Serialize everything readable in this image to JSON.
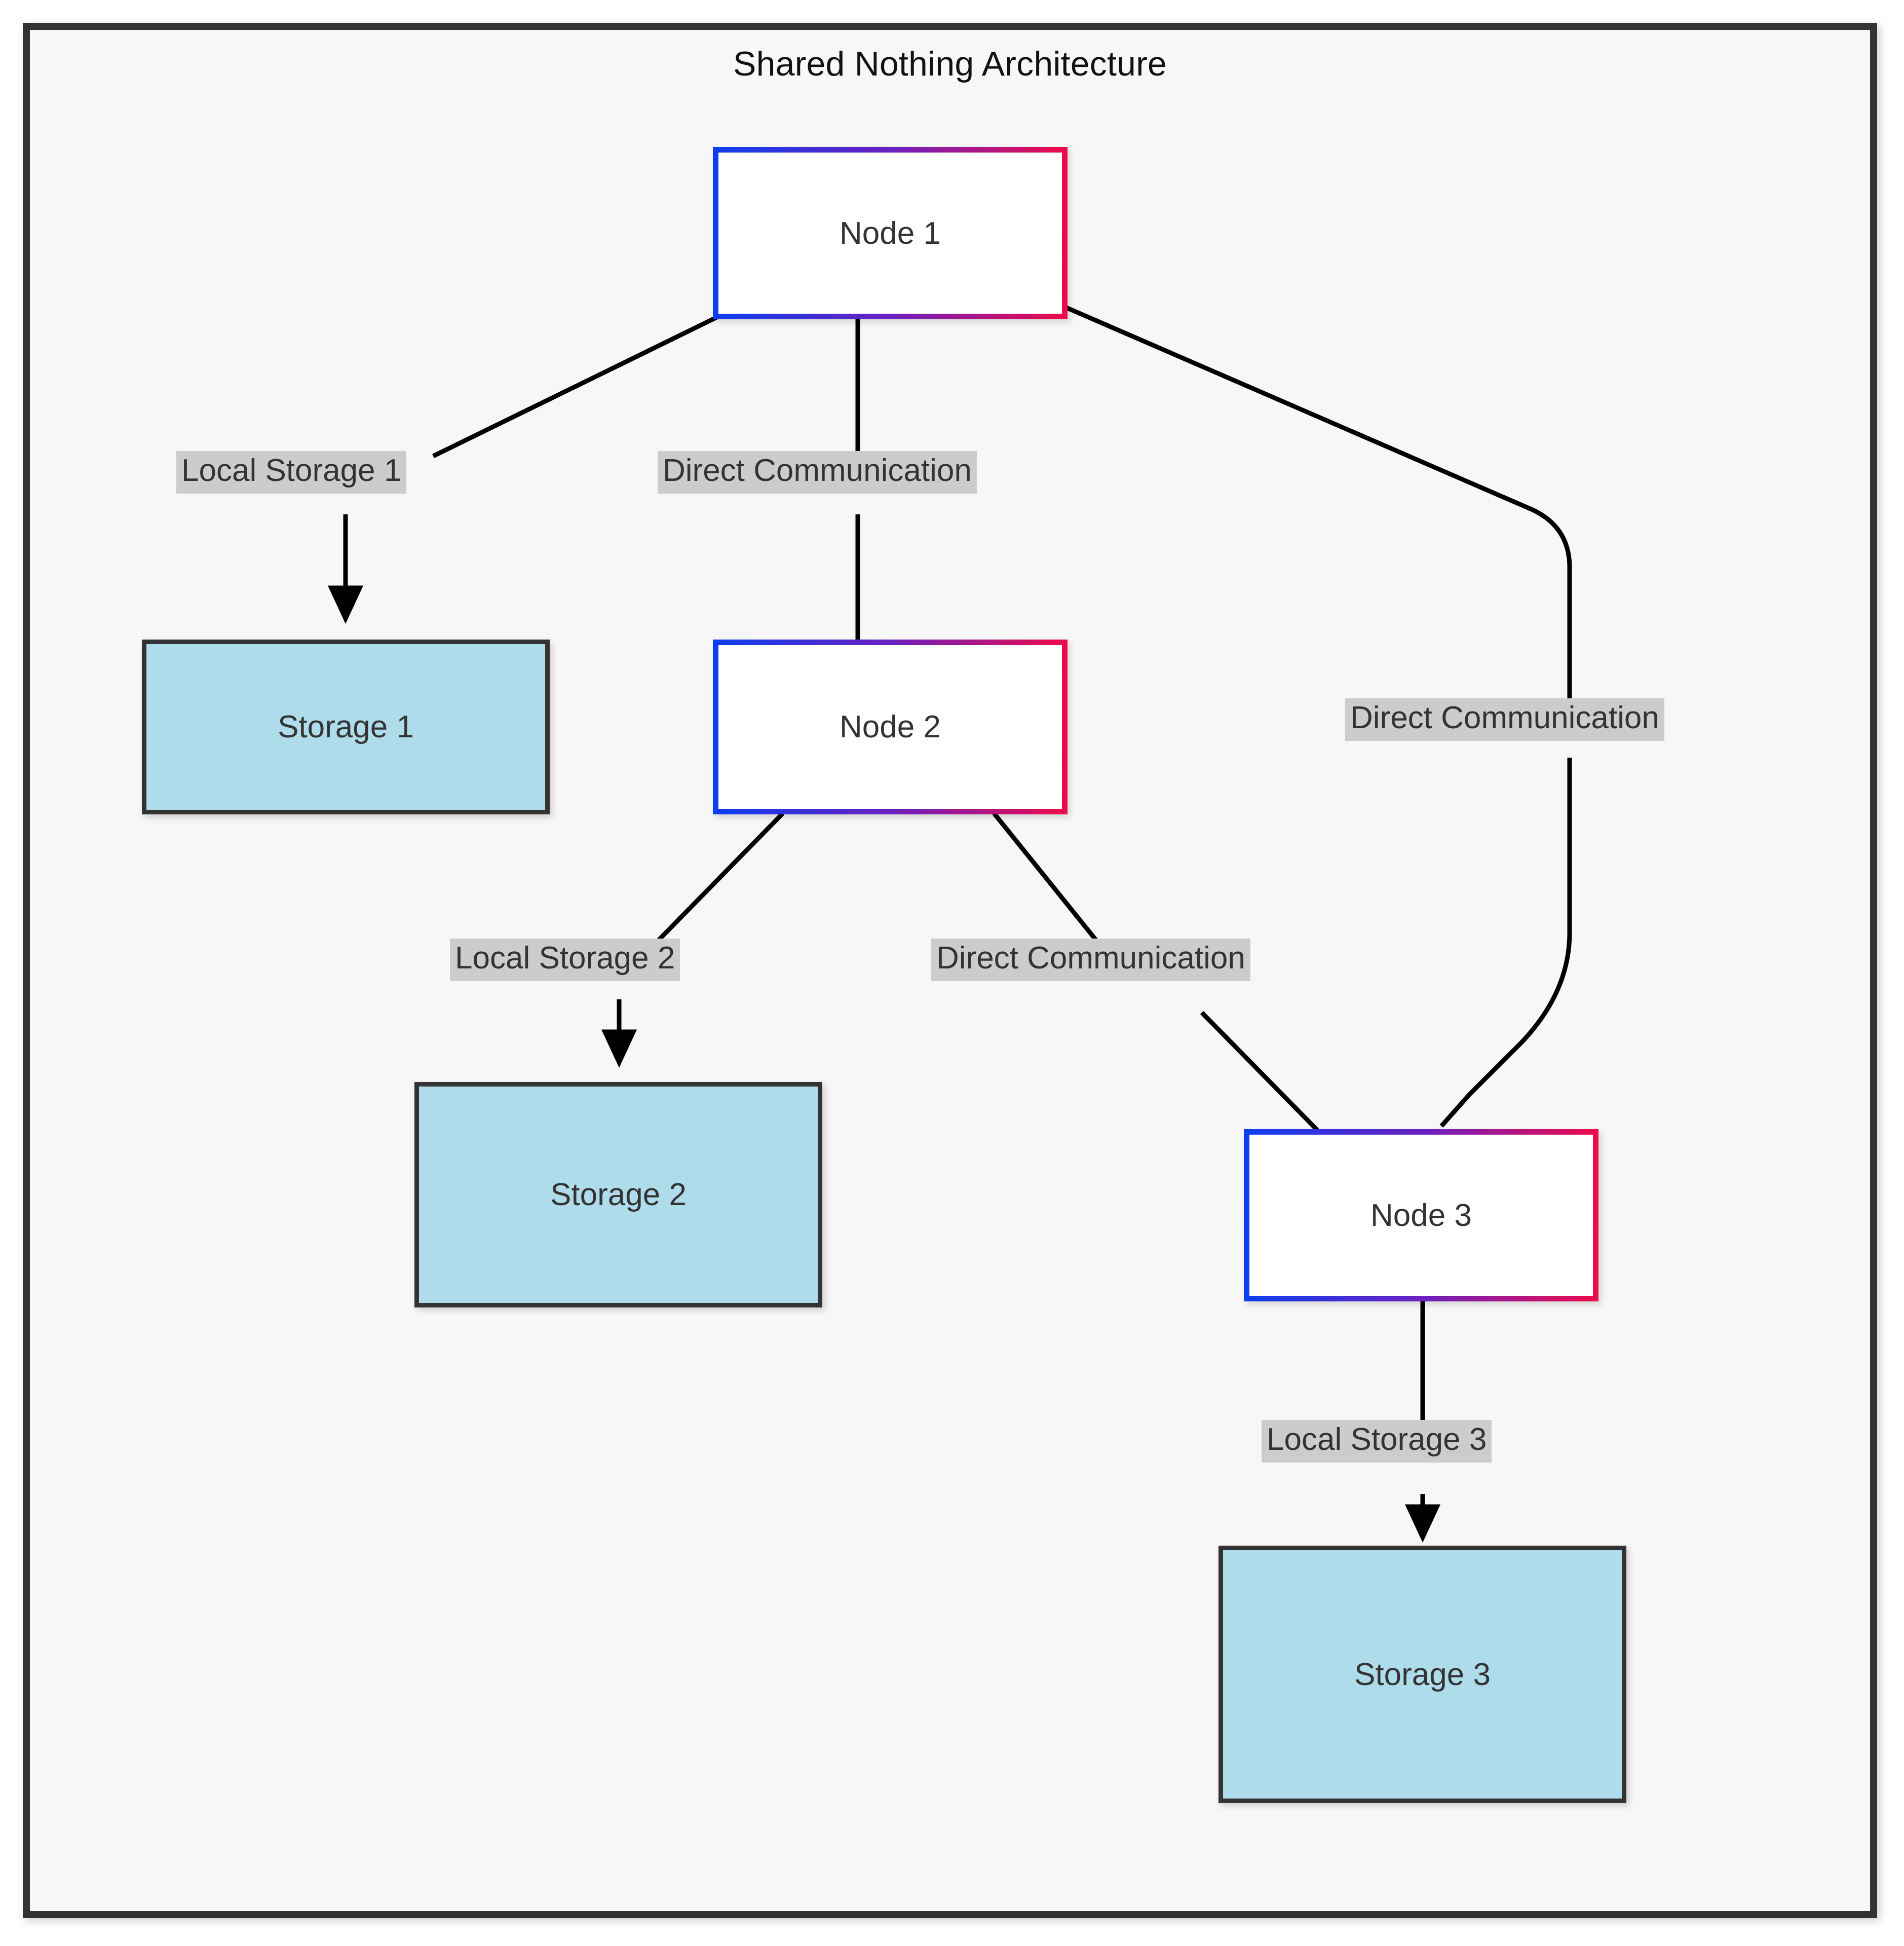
{
  "diagram": {
    "title": "Shared Nothing Architecture",
    "type": "flowchart",
    "colors": {
      "canvas_background": "#f7f7f7",
      "frame_border": "#333333",
      "node_border_start": "#0b3ef0",
      "node_border_end": "#ef0a4b",
      "node_fill": "#ffffff",
      "storage_fill": "#afdcea",
      "storage_border": "#333333",
      "edge_label_background": "#cccccc",
      "edge_stroke": "#000000",
      "text": "#333333"
    },
    "nodes": [
      {
        "id": "node1",
        "label": "Node 1",
        "kind": "node"
      },
      {
        "id": "node2",
        "label": "Node 2",
        "kind": "node"
      },
      {
        "id": "node3",
        "label": "Node 3",
        "kind": "node"
      },
      {
        "id": "storage1",
        "label": "Storage 1",
        "kind": "storage"
      },
      {
        "id": "storage2",
        "label": "Storage 2",
        "kind": "storage"
      },
      {
        "id": "storage3",
        "label": "Storage 3",
        "kind": "storage"
      }
    ],
    "edges": [
      {
        "id": "e1",
        "from": "node1",
        "to": "storage1",
        "label": "Local Storage 1",
        "arrow": true
      },
      {
        "id": "e2",
        "from": "node1",
        "to": "node2",
        "label": "Direct Communication",
        "arrow": false
      },
      {
        "id": "e3",
        "from": "node1",
        "to": "node3",
        "label": "Direct Communication",
        "arrow": false
      },
      {
        "id": "e4",
        "from": "node2",
        "to": "storage2",
        "label": "Local Storage 2",
        "arrow": true
      },
      {
        "id": "e5",
        "from": "node2",
        "to": "node3",
        "label": "Direct Communication",
        "arrow": false
      },
      {
        "id": "e6",
        "from": "node3",
        "to": "storage3",
        "label": "Local Storage 3",
        "arrow": true
      }
    ],
    "edge_labels": {
      "local_storage_1": "Local Storage 1",
      "local_storage_2": "Local Storage 2",
      "local_storage_3": "Local Storage 3",
      "direct_communication_1_2": "Direct Communication",
      "direct_communication_1_3": "Direct Communication",
      "direct_communication_2_3": "Direct Communication"
    }
  }
}
